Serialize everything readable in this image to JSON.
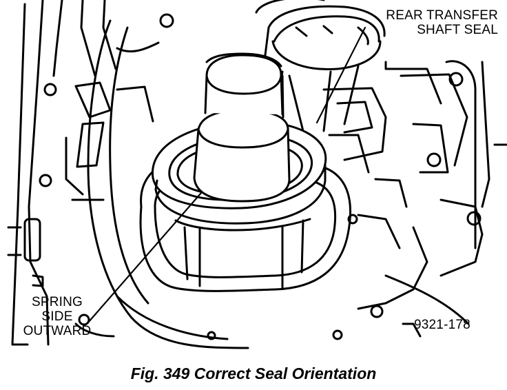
{
  "figure": {
    "labels": {
      "rear_seal_line1": "REAR TRANSFER",
      "rear_seal_line2": "SHAFT SEAL",
      "spring_line1": "SPRING",
      "spring_line2": "SIDE",
      "spring_line3": "OUTWARD",
      "figure_id": "9321-178"
    },
    "caption": "Fig. 349 Correct Seal Orientation",
    "colors": {
      "ink": "#000000",
      "paper": "#ffffff"
    }
  }
}
